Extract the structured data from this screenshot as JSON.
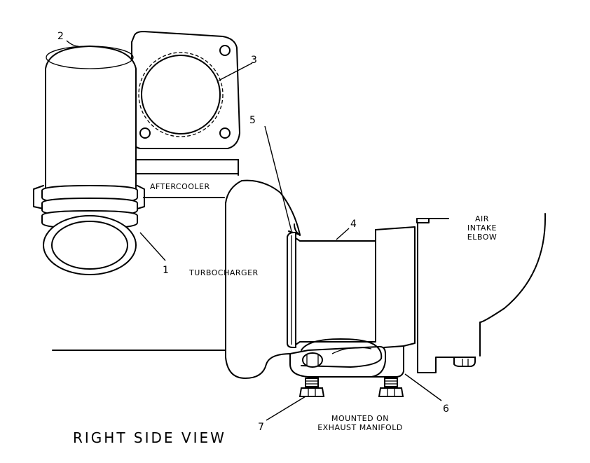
{
  "labels": {
    "aftercooler": "AFTERCOOLER",
    "turbocharger": "TURBOCHARGER",
    "air_intake_line1": "AIR",
    "air_intake_line2": "INTAKE",
    "air_intake_line3": "ELBOW",
    "mounted_line1": "MOUNTED ON",
    "mounted_line2": "EXHAUST MANIFOLD",
    "view_title": "RIGHT SIDE VIEW"
  },
  "callouts": {
    "c1": "1",
    "c2": "2",
    "c3": "3",
    "c4": "4",
    "c5": "5",
    "c6": "6",
    "c7": "7"
  }
}
